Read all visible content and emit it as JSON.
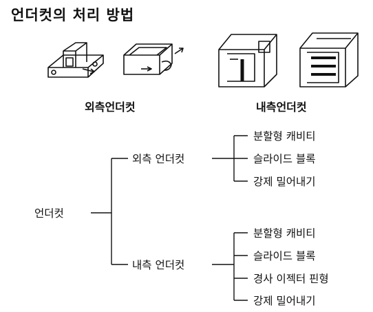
{
  "title": "언더컷의 처리 방법",
  "illustrations": {
    "external_caption": "외측언더컷",
    "internal_caption": "내측언더컷"
  },
  "tree": {
    "root": "언더컷",
    "branches": [
      {
        "label": "외측 언더컷",
        "children": [
          "분할형 캐비티",
          "슬라이드 블록",
          "강제 밀어내기"
        ]
      },
      {
        "label": "내측 언더컷",
        "children": [
          "분할형 캐비티",
          "슬라이드 블록",
          "경사 이젝터 핀형",
          "강제 밀어내기"
        ]
      }
    ]
  }
}
